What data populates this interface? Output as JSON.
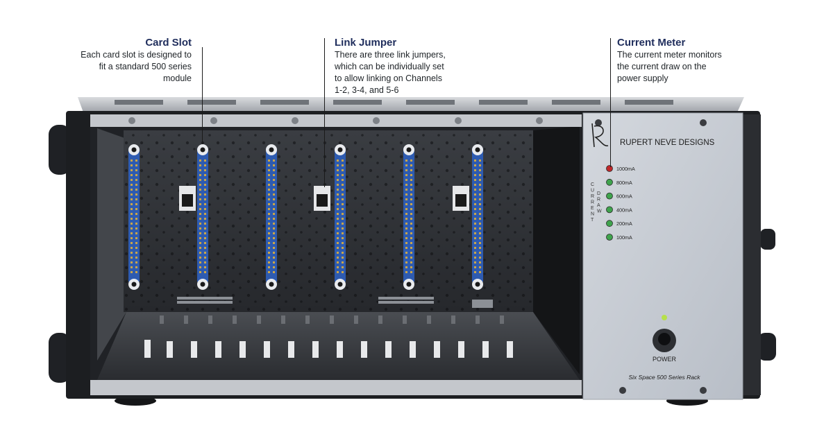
{
  "callouts": {
    "card_slot": {
      "title": "Card Slot",
      "lines": [
        "Each card slot is designed to",
        "fit a standard 500 series",
        "module"
      ]
    },
    "link_jumper": {
      "title": "Link Jumper",
      "lines": [
        "There are three link jumpers,",
        "which can be individually set",
        "to allow linking on Channels",
        "1-2, 3-4, and 5-6"
      ]
    },
    "current_meter": {
      "title": "Current Meter",
      "lines": [
        "The current meter monitors",
        "the current draw on the",
        "power supply"
      ]
    }
  },
  "panel": {
    "brand": "RUPERT NEVE DESIGNS",
    "vertical_label_1": "CURRENT",
    "vertical_label_2": "DRAW",
    "leds": [
      {
        "label": "1000mA",
        "color": "#c0282a"
      },
      {
        "label": "800mA",
        "color": "#3fa34d"
      },
      {
        "label": "600mA",
        "color": "#3fa34d"
      },
      {
        "label": "400mA",
        "color": "#3fa34d"
      },
      {
        "label": "200mA",
        "color": "#3fa34d"
      },
      {
        "label": "100mA",
        "color": "#3fa34d"
      }
    ],
    "power_label": "POWER",
    "power_led_color": "#b6e04a",
    "model": "Six Space 500 Series Rack"
  },
  "colors": {
    "callout_title": "#1f2d5c",
    "connector": "#2e5bb0",
    "panel": "#c9ced6",
    "chassis": "#1c1e21"
  }
}
